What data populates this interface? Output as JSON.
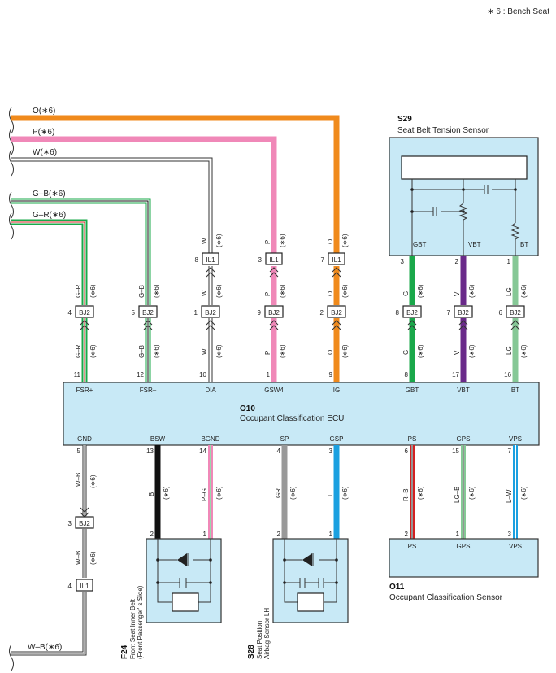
{
  "note": "∗ 6 : Bench Seat",
  "colors": {
    "orange": "#f08a1c",
    "pink": "#f088b8",
    "green": "#1aa84a",
    "purple": "#6a2a8a",
    "light_green": "#86c896",
    "black": "#111111",
    "gray": "#999999",
    "blue": "#1aa0e0",
    "red": "#d22020",
    "box_fill": "#c8e9f6"
  },
  "components": {
    "s29": {
      "code": "S29",
      "name": "Seat Belt Tension Sensor",
      "pins": [
        "GBT",
        "VBT",
        "BT"
      ],
      "pin_nums": [
        "3",
        "2",
        "1"
      ]
    },
    "o10": {
      "code": "O10",
      "name": "Occupant Classification ECU",
      "top_pins": [
        "FSR+",
        "FSR–",
        "DIA",
        "GSW4",
        "IG",
        "GBT",
        "VBT",
        "BT"
      ],
      "top_nums": [
        "11",
        "12",
        "10",
        "1",
        "9",
        "8",
        "17",
        "16"
      ],
      "bottom_pins": [
        "GND",
        "BSW",
        "BGND",
        "SP",
        "GSP",
        "PS",
        "GPS",
        "VPS"
      ],
      "bottom_nums": [
        "5",
        "13",
        "14",
        "4",
        "3",
        "6",
        "15",
        "7"
      ]
    },
    "f24": {
      "code": "F24",
      "name1": "Front Seat Inner Belt",
      "name2": "(Front Passenger' s Side)",
      "pins": [
        "2",
        "1"
      ]
    },
    "s28": {
      "code": "S28",
      "name1": "Seat Position",
      "name2": "Airbag Sensor LH",
      "pins": [
        "2",
        "1"
      ]
    },
    "o11": {
      "code": "O11",
      "name": "Occupant Classification Sensor",
      "pins": [
        "PS",
        "GPS",
        "VPS"
      ],
      "pin_nums": [
        "2",
        "1",
        "3"
      ]
    }
  },
  "harness": {
    "left_wires": [
      "O(∗6)",
      "P(∗6)",
      "W(∗6)",
      "G–B(∗6)",
      "G–R(∗6)"
    ],
    "bottom_wire": "W–B(∗6)",
    "il1_row": {
      "nums": [
        "8",
        "3",
        "7"
      ],
      "label": "IL1",
      "colors_above": [
        "W",
        "P",
        "O"
      ]
    },
    "bj2_row": {
      "nums": [
        "4",
        "5",
        "1",
        "9",
        "2",
        "8",
        "7",
        "6"
      ],
      "label": "BJ2"
    },
    "colors_mid": [
      "G–R",
      "G–B",
      "W",
      "P",
      "O",
      "G",
      "V",
      "LG"
    ],
    "colors_low": [
      "G–R",
      "G–B",
      "W",
      "P",
      "O",
      "G",
      "V",
      "LG"
    ],
    "bottom_colors": [
      "B",
      "P–G",
      "GR",
      "L",
      "R–B",
      "LG–B",
      "L–W"
    ],
    "gnd_chain": {
      "color1": "W–B",
      "bj2_num": "3",
      "bj2": "BJ2",
      "color2": "W–B",
      "il1_num": "4",
      "il1": "IL1"
    },
    "bench": "(∗6)"
  }
}
